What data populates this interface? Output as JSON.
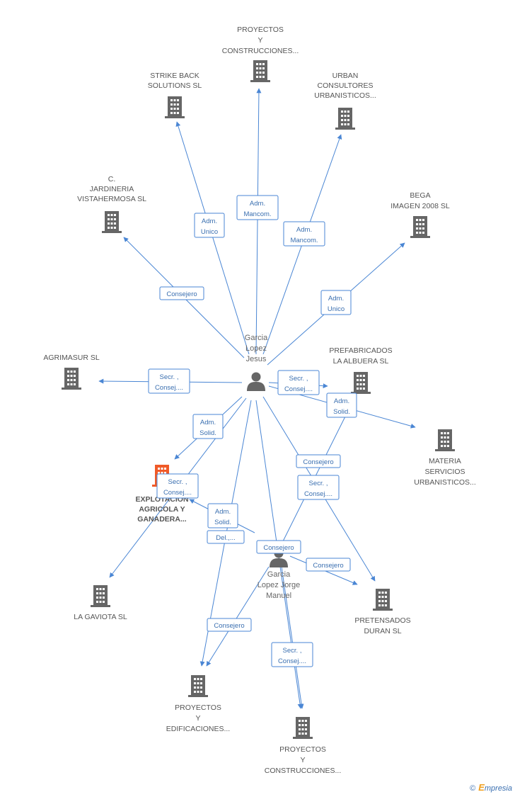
{
  "colors": {
    "edge": "#4a86d4",
    "building": "#666666",
    "highlight": "#f05a28",
    "person": "#666666"
  },
  "companies": [
    {
      "id": "proy_const_top",
      "lines": [
        "PROYECTOS",
        "Y",
        "CONSTRUCCIONES..."
      ],
      "icon": "building-icon"
    },
    {
      "id": "strike_back",
      "lines": [
        "STRIKE BACK",
        "SOLUTIONS SL"
      ],
      "icon": "building-icon"
    },
    {
      "id": "urban",
      "lines": [
        "URBAN",
        "CONSULTORES",
        "URBANISTICOS..."
      ],
      "icon": "building-icon"
    },
    {
      "id": "jardineria",
      "lines": [
        "C.",
        "JARDINERIA",
        "VISTAHERMOSA SL"
      ],
      "icon": "building-icon"
    },
    {
      "id": "bega",
      "lines": [
        "BEGA",
        "IMAGEN 2008 SL"
      ],
      "icon": "building-icon"
    },
    {
      "id": "agrimasur",
      "lines": [
        "AGRIMASUR SL"
      ],
      "icon": "building-icon"
    },
    {
      "id": "prefabricados",
      "lines": [
        "PREFABRICADOS",
        "LA ALBUERA SL"
      ],
      "icon": "building-icon"
    },
    {
      "id": "materia",
      "lines": [
        "MATERIA",
        "SERVICIOS",
        "URBANISTICOS..."
      ],
      "icon": "building-icon"
    },
    {
      "id": "explotacion",
      "lines": [
        "EXPLOTACION",
        "AGRICOLA Y",
        "GANADERA..."
      ],
      "icon": "building-icon",
      "highlight": true
    },
    {
      "id": "la_gaviota",
      "lines": [
        "LA GAVIOTA SL"
      ],
      "icon": "building-icon"
    },
    {
      "id": "pretensados",
      "lines": [
        "PRETENSADOS",
        "DURAN SL"
      ],
      "icon": "building-icon"
    },
    {
      "id": "proy_edif",
      "lines": [
        "PROYECTOS",
        "Y",
        "EDIFICACIONES..."
      ],
      "icon": "building-icon"
    },
    {
      "id": "proy_const_bottom",
      "lines": [
        "PROYECTOS",
        "Y",
        "CONSTRUCCIONES..."
      ],
      "icon": "building-icon"
    }
  ],
  "persons": [
    {
      "id": "garcia_jesus",
      "lines": [
        "Garcia",
        "Lopez",
        "Jesus"
      ],
      "icon": "person-icon"
    },
    {
      "id": "garcia_jorge",
      "lines": [
        "Garcia",
        "Lopez Jorge",
        "Manuel"
      ],
      "icon": "person-icon"
    }
  ],
  "roles": [
    {
      "id": "r1",
      "lines": [
        "Adm.",
        "Mancom."
      ]
    },
    {
      "id": "r2",
      "lines": [
        "Adm.",
        "Unico"
      ]
    },
    {
      "id": "r3",
      "lines": [
        "Adm.",
        "Mancom."
      ]
    },
    {
      "id": "r4",
      "lines": [
        "Consejero"
      ]
    },
    {
      "id": "r5",
      "lines": [
        "Adm.",
        "Unico"
      ]
    },
    {
      "id": "r6",
      "lines": [
        "Secr. ,",
        "Consej...."
      ]
    },
    {
      "id": "r7",
      "lines": [
        "Secr. ,",
        "Consej...."
      ]
    },
    {
      "id": "r8",
      "lines": [
        "Adm.",
        "Solid."
      ]
    },
    {
      "id": "r9",
      "lines": [
        "Adm.",
        "Solid."
      ]
    },
    {
      "id": "r10",
      "lines": [
        "Consejero"
      ]
    },
    {
      "id": "r11",
      "lines": [
        "Secr. ,",
        "Consej...."
      ]
    },
    {
      "id": "r12",
      "lines": [
        "Secr. ,",
        "Consej...."
      ]
    },
    {
      "id": "r13",
      "lines": [
        "Adm.",
        "Solid."
      ]
    },
    {
      "id": "r14",
      "lines": [
        "Del.,..."
      ]
    },
    {
      "id": "r15",
      "lines": [
        "Consejero"
      ]
    },
    {
      "id": "r16",
      "lines": [
        "Consejero"
      ]
    },
    {
      "id": "r17",
      "lines": [
        "Consejero"
      ]
    },
    {
      "id": "r18",
      "lines": [
        "Secr. ,",
        "Consej...."
      ]
    }
  ],
  "footer": {
    "copyright": "©",
    "brand_initial": "E",
    "brand_rest": "mpresia"
  }
}
